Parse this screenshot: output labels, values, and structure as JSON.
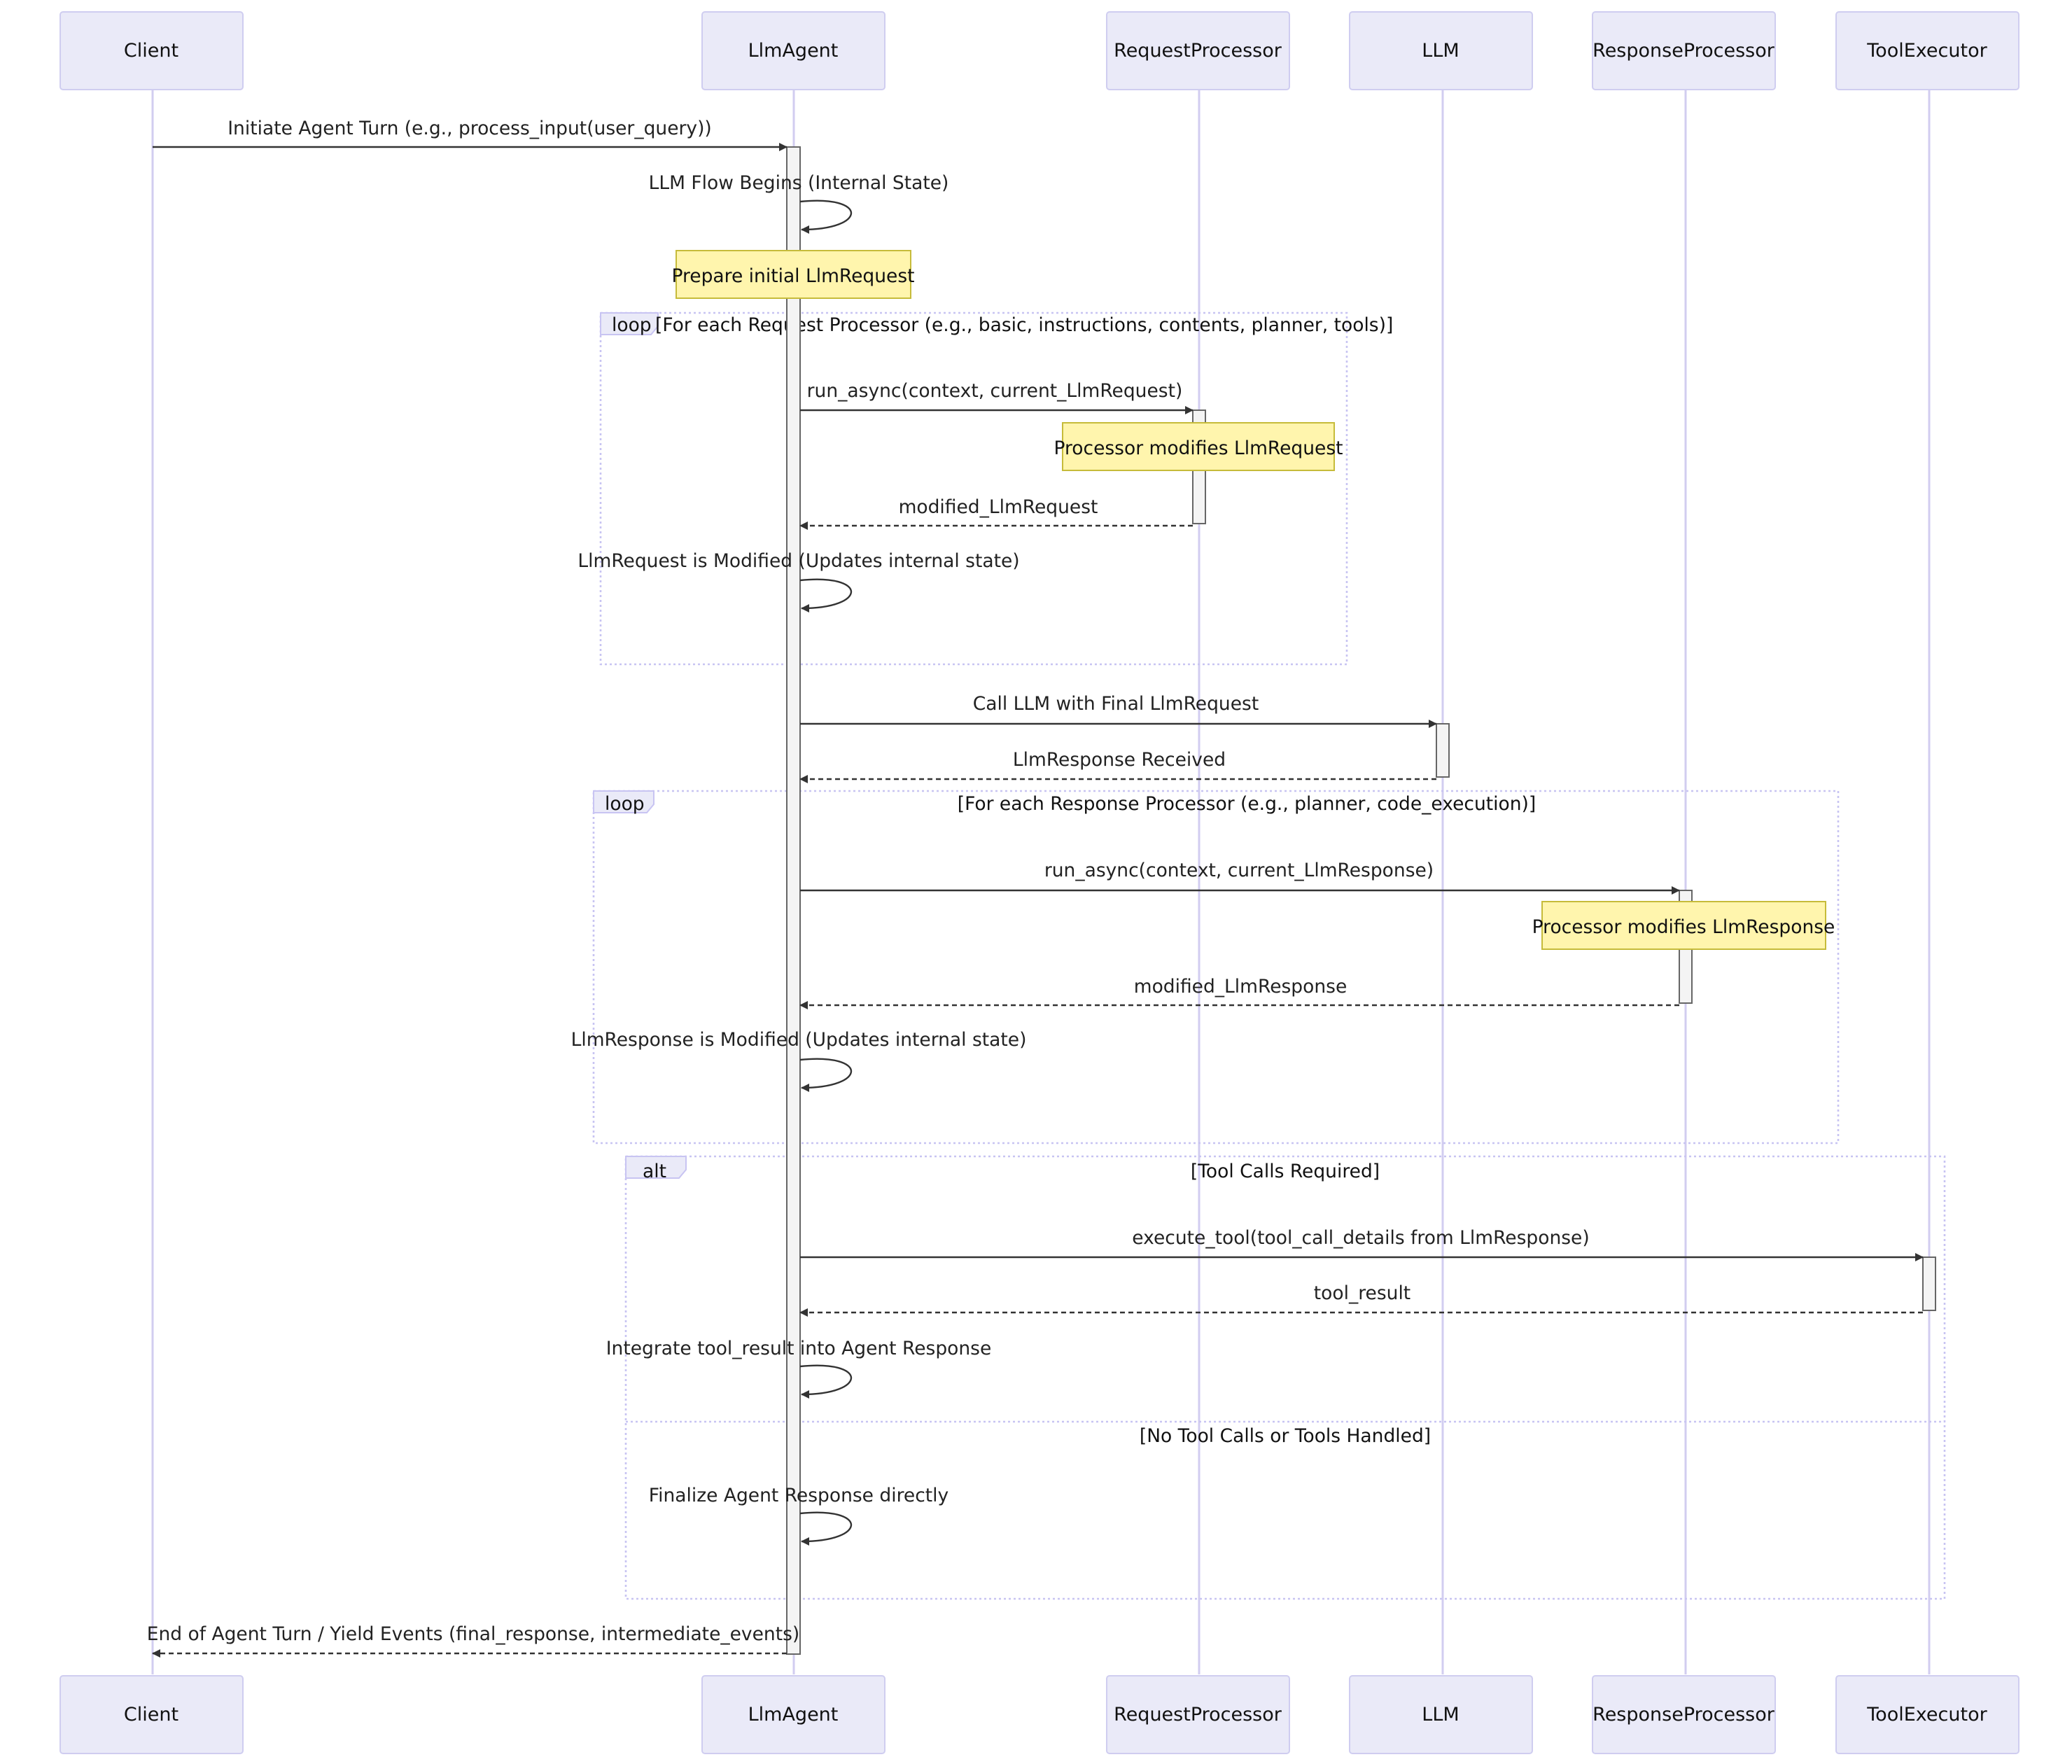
{
  "participants": [
    {
      "id": "client",
      "label": "Client"
    },
    {
      "id": "agent",
      "label": "LlmAgent"
    },
    {
      "id": "reqproc",
      "label": "RequestProcessor"
    },
    {
      "id": "llm",
      "label": "LLM"
    },
    {
      "id": "respproc",
      "label": "ResponseProcessor"
    },
    {
      "id": "tool",
      "label": "ToolExecutor"
    }
  ],
  "messages": [
    {
      "from": "client",
      "to": "agent",
      "label": "Initiate Agent Turn (e.g., process_input(user_query))",
      "style": "solid"
    },
    {
      "from": "agent",
      "to": "agent",
      "label": "LLM Flow Begins (Internal State)",
      "style": "solid"
    },
    {
      "from": "agent",
      "to": "reqproc",
      "label": "run_async(context, current_LlmRequest)",
      "style": "solid"
    },
    {
      "from": "reqproc",
      "to": "agent",
      "label": "modified_LlmRequest",
      "style": "dashed"
    },
    {
      "from": "agent",
      "to": "agent",
      "label": "LlmRequest is Modified (Updates internal state)",
      "style": "solid"
    },
    {
      "from": "agent",
      "to": "llm",
      "label": "Call LLM with Final LlmRequest",
      "style": "solid"
    },
    {
      "from": "llm",
      "to": "agent",
      "label": "LlmResponse Received",
      "style": "dashed"
    },
    {
      "from": "agent",
      "to": "respproc",
      "label": "run_async(context, current_LlmResponse)",
      "style": "solid"
    },
    {
      "from": "respproc",
      "to": "agent",
      "label": "modified_LlmResponse",
      "style": "dashed"
    },
    {
      "from": "agent",
      "to": "agent",
      "label": "LlmResponse is Modified (Updates internal state)",
      "style": "solid"
    },
    {
      "from": "agent",
      "to": "tool",
      "label": "execute_tool(tool_call_details from LlmResponse)",
      "style": "solid"
    },
    {
      "from": "tool",
      "to": "agent",
      "label": "tool_result",
      "style": "dashed"
    },
    {
      "from": "agent",
      "to": "agent",
      "label": "Integrate tool_result into Agent Response",
      "style": "solid"
    },
    {
      "from": "agent",
      "to": "agent",
      "label": "Finalize Agent Response directly",
      "style": "solid"
    },
    {
      "from": "agent",
      "to": "client",
      "label": "End of Agent Turn / Yield Events (final_response, intermediate_events)",
      "style": "dashed"
    }
  ],
  "notes": [
    {
      "over": "agent",
      "text": "Prepare initial LlmRequest"
    },
    {
      "over": "reqproc",
      "text": "Processor modifies LlmRequest"
    },
    {
      "over": "respproc",
      "text": "Processor modifies LlmResponse"
    }
  ],
  "fragments": [
    {
      "kind": "loop",
      "condition": "[For each Request Processor (e.g., basic, instructions, contents, planner, tools)]"
    },
    {
      "kind": "loop",
      "condition": "[For each Response Processor (e.g., planner, code_execution)]"
    },
    {
      "kind": "alt",
      "condition": "[Tool Calls Required]",
      "else_condition": "[No Tool Calls or Tools Handled]"
    }
  ],
  "colors": {
    "actor_fill": "#eaeaf8",
    "actor_stroke": "#cfcdf0",
    "lifeline": "#d2cdf0",
    "note_fill": "#fff5ad",
    "note_stroke": "#c6bb3a",
    "frame_stroke": "#c8c4f2",
    "arrow": "#333333"
  }
}
